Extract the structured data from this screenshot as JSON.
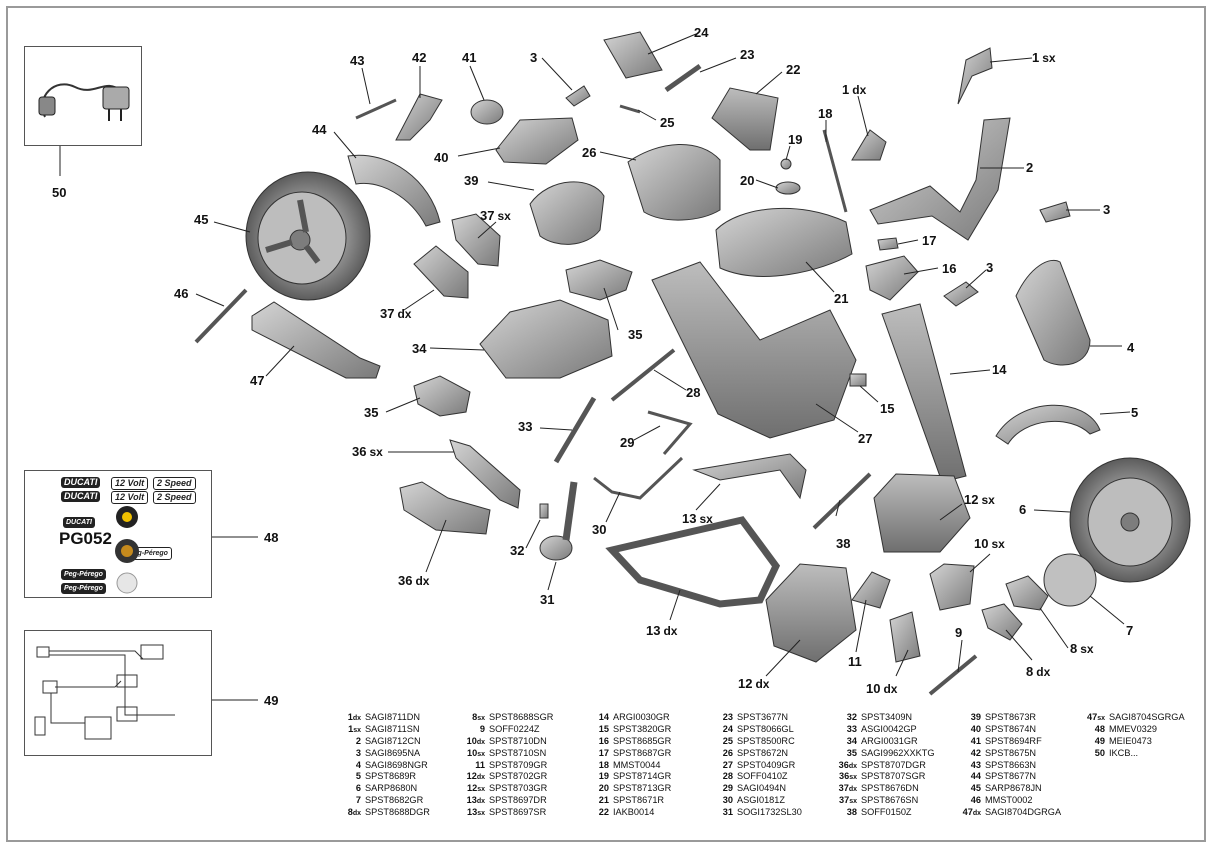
{
  "callouts": [
    {
      "id": "c1sx",
      "label": "1",
      "suffix": "sx"
    },
    {
      "id": "c1dx",
      "label": "1",
      "suffix": "dx"
    },
    {
      "id": "c2",
      "label": "2",
      "suffix": ""
    },
    {
      "id": "c3a",
      "label": "3",
      "suffix": ""
    },
    {
      "id": "c3b",
      "label": "3",
      "suffix": ""
    },
    {
      "id": "c3c",
      "label": "3",
      "suffix": ""
    },
    {
      "id": "c4",
      "label": "4",
      "suffix": ""
    },
    {
      "id": "c5",
      "label": "5",
      "suffix": ""
    },
    {
      "id": "c6",
      "label": "6",
      "suffix": ""
    },
    {
      "id": "c7",
      "label": "7",
      "suffix": ""
    },
    {
      "id": "c8sx",
      "label": "8",
      "suffix": "sx"
    },
    {
      "id": "c8dx",
      "label": "8",
      "suffix": "dx"
    },
    {
      "id": "c9",
      "label": "9",
      "suffix": ""
    },
    {
      "id": "c10sx",
      "label": "10",
      "suffix": "sx"
    },
    {
      "id": "c10dx",
      "label": "10",
      "suffix": "dx"
    },
    {
      "id": "c11",
      "label": "11",
      "suffix": ""
    },
    {
      "id": "c12sx",
      "label": "12",
      "suffix": "sx"
    },
    {
      "id": "c12dx",
      "label": "12",
      "suffix": "dx"
    },
    {
      "id": "c13sx",
      "label": "13",
      "suffix": "sx"
    },
    {
      "id": "c13dx",
      "label": "13",
      "suffix": "dx"
    },
    {
      "id": "c14",
      "label": "14",
      "suffix": ""
    },
    {
      "id": "c15",
      "label": "15",
      "suffix": ""
    },
    {
      "id": "c16",
      "label": "16",
      "suffix": ""
    },
    {
      "id": "c17",
      "label": "17",
      "suffix": ""
    },
    {
      "id": "c18",
      "label": "18",
      "suffix": ""
    },
    {
      "id": "c19",
      "label": "19",
      "suffix": ""
    },
    {
      "id": "c20",
      "label": "20",
      "suffix": ""
    },
    {
      "id": "c21",
      "label": "21",
      "suffix": ""
    },
    {
      "id": "c22",
      "label": "22",
      "suffix": ""
    },
    {
      "id": "c23",
      "label": "23",
      "suffix": ""
    },
    {
      "id": "c24",
      "label": "24",
      "suffix": ""
    },
    {
      "id": "c25",
      "label": "25",
      "suffix": ""
    },
    {
      "id": "c26",
      "label": "26",
      "suffix": ""
    },
    {
      "id": "c27",
      "label": "27",
      "suffix": ""
    },
    {
      "id": "c28",
      "label": "28",
      "suffix": ""
    },
    {
      "id": "c29",
      "label": "29",
      "suffix": ""
    },
    {
      "id": "c30",
      "label": "30",
      "suffix": ""
    },
    {
      "id": "c31",
      "label": "31",
      "suffix": ""
    },
    {
      "id": "c32",
      "label": "32",
      "suffix": ""
    },
    {
      "id": "c33",
      "label": "33",
      "suffix": ""
    },
    {
      "id": "c34",
      "label": "34",
      "suffix": ""
    },
    {
      "id": "c35a",
      "label": "35",
      "suffix": ""
    },
    {
      "id": "c35b",
      "label": "35",
      "suffix": ""
    },
    {
      "id": "c36sx",
      "label": "36",
      "suffix": "sx"
    },
    {
      "id": "c36dx",
      "label": "36",
      "suffix": "dx"
    },
    {
      "id": "c37sx",
      "label": "37",
      "suffix": "sx"
    },
    {
      "id": "c37dx",
      "label": "37",
      "suffix": "dx"
    },
    {
      "id": "c38",
      "label": "38",
      "suffix": ""
    },
    {
      "id": "c39",
      "label": "39",
      "suffix": ""
    },
    {
      "id": "c40",
      "label": "40",
      "suffix": ""
    },
    {
      "id": "c41",
      "label": "41",
      "suffix": ""
    },
    {
      "id": "c42",
      "label": "42",
      "suffix": ""
    },
    {
      "id": "c43",
      "label": "43",
      "suffix": ""
    },
    {
      "id": "c44",
      "label": "44",
      "suffix": ""
    },
    {
      "id": "c45",
      "label": "45",
      "suffix": ""
    },
    {
      "id": "c46",
      "label": "46",
      "suffix": ""
    },
    {
      "id": "c47",
      "label": "47",
      "suffix": ""
    },
    {
      "id": "c48",
      "label": "48",
      "suffix": ""
    },
    {
      "id": "c49",
      "label": "49",
      "suffix": ""
    },
    {
      "id": "c50",
      "label": "50",
      "suffix": ""
    }
  ],
  "decals": {
    "ducati_1": "DUCATI",
    "ducati_2": "DUCATI",
    "volt_12a": "12 Volt",
    "speed_2a": "2 Speed",
    "volt_12b": "12 Volt",
    "speed_2b": "2 Speed",
    "ducati_small": "DUCATI",
    "model": "PG052",
    "brand_a": "Peg-Pérego",
    "brand_b": "Peg-Pérego",
    "brand_c": "Peg-Pérego"
  },
  "parts_list": [
    [
      {
        "num": "1",
        "side": "dx",
        "code": "SAGI8711DN"
      },
      {
        "num": "1",
        "side": "sx",
        "code": "SAGI8711SN"
      },
      {
        "num": "2",
        "side": "",
        "code": "SAGI8712CN"
      },
      {
        "num": "3",
        "side": "",
        "code": "SAGI8695NA"
      },
      {
        "num": "4",
        "side": "",
        "code": "SAGI8698NGR"
      },
      {
        "num": "5",
        "side": "",
        "code": "SPST8689R"
      },
      {
        "num": "6",
        "side": "",
        "code": "SARP8680N"
      },
      {
        "num": "7",
        "side": "",
        "code": "SPST8682GR"
      },
      {
        "num": "8",
        "side": "dx",
        "code": "SPST8688DGR"
      }
    ],
    [
      {
        "num": "8",
        "side": "sx",
        "code": "SPST8688SGR"
      },
      {
        "num": "9",
        "side": "",
        "code": "SOFF0224Z"
      },
      {
        "num": "10",
        "side": "dx",
        "code": "SPST8710DN"
      },
      {
        "num": "10",
        "side": "sx",
        "code": "SPST8710SN"
      },
      {
        "num": "11",
        "side": "",
        "code": "SPST8709GR"
      },
      {
        "num": "12",
        "side": "dx",
        "code": "SPST8702GR"
      },
      {
        "num": "12",
        "side": "sx",
        "code": "SPST8703GR"
      },
      {
        "num": "13",
        "side": "dx",
        "code": "SPST8697DR"
      },
      {
        "num": "13",
        "side": "sx",
        "code": "SPST8697SR"
      }
    ],
    [
      {
        "num": "14",
        "side": "",
        "code": "ARGI0030GR"
      },
      {
        "num": "15",
        "side": "",
        "code": "SPST3820GR"
      },
      {
        "num": "16",
        "side": "",
        "code": "SPST8685GR"
      },
      {
        "num": "17",
        "side": "",
        "code": "SPST8687GR"
      },
      {
        "num": "18",
        "side": "",
        "code": "MMST0044"
      },
      {
        "num": "19",
        "side": "",
        "code": "SPST8714GR"
      },
      {
        "num": "20",
        "side": "",
        "code": "SPST8713GR"
      },
      {
        "num": "21",
        "side": "",
        "code": "SPST8671R"
      },
      {
        "num": "22",
        "side": "",
        "code": "IAKB0014"
      }
    ],
    [
      {
        "num": "23",
        "side": "",
        "code": "SPST3677N"
      },
      {
        "num": "24",
        "side": "",
        "code": "SPST8066GL"
      },
      {
        "num": "25",
        "side": "",
        "code": "SPST8500RC"
      },
      {
        "num": "26",
        "side": "",
        "code": "SPST8672N"
      },
      {
        "num": "27",
        "side": "",
        "code": "SPST0409GR"
      },
      {
        "num": "28",
        "side": "",
        "code": "SOFF0410Z"
      },
      {
        "num": "29",
        "side": "",
        "code": "SAGI0494N"
      },
      {
        "num": "30",
        "side": "",
        "code": "ASGI0181Z"
      },
      {
        "num": "31",
        "side": "",
        "code": "SOGI1732SL30"
      }
    ],
    [
      {
        "num": "32",
        "side": "",
        "code": "SPST3409N"
      },
      {
        "num": "33",
        "side": "",
        "code": "ASGI0042GP"
      },
      {
        "num": "34",
        "side": "",
        "code": "ARGI0031GR"
      },
      {
        "num": "35",
        "side": "",
        "code": "SAGI9962XXKTG"
      },
      {
        "num": "36",
        "side": "dx",
        "code": "SPST8707DGR"
      },
      {
        "num": "36",
        "side": "sx",
        "code": "SPST8707SGR"
      },
      {
        "num": "37",
        "side": "dx",
        "code": "SPST8676DN"
      },
      {
        "num": "37",
        "side": "sx",
        "code": "SPST8676SN"
      },
      {
        "num": "38",
        "side": "",
        "code": "SOFF0150Z"
      }
    ],
    [
      {
        "num": "39",
        "side": "",
        "code": "SPST8673R"
      },
      {
        "num": "40",
        "side": "",
        "code": "SPST8674N"
      },
      {
        "num": "41",
        "side": "",
        "code": "SPST8694RF"
      },
      {
        "num": "42",
        "side": "",
        "code": "SPST8675N"
      },
      {
        "num": "43",
        "side": "",
        "code": "SPST8663N"
      },
      {
        "num": "44",
        "side": "",
        "code": "SPST8677N"
      },
      {
        "num": "45",
        "side": "",
        "code": "SARP8678JN"
      },
      {
        "num": "46",
        "side": "",
        "code": "MMST0002"
      },
      {
        "num": "47",
        "side": "dx",
        "code": "SAGI8704DGRGA"
      }
    ],
    [
      {
        "num": "47",
        "side": "sx",
        "code": "SAGI8704SGRGA"
      },
      {
        "num": "48",
        "side": "",
        "code": "MMEV0329"
      },
      {
        "num": "49",
        "side": "",
        "code": "MEIE0473"
      },
      {
        "num": "50",
        "side": "",
        "code": "IKCB..."
      }
    ]
  ]
}
